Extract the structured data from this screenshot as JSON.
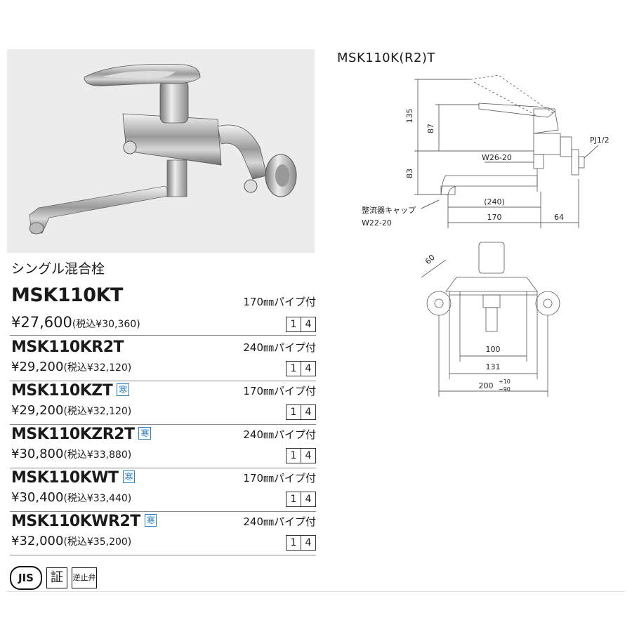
{
  "category": "シングル混合栓",
  "products": [
    {
      "code": "MSK110KT",
      "cold": "",
      "pipe": "170㎜パイプ付",
      "price": "¥27,600",
      "tax": "(税込¥30,360)",
      "box1": "1",
      "box2": "4"
    },
    {
      "code": "MSK110KR2T",
      "cold": "",
      "pipe": "240㎜パイプ付",
      "price": "¥29,200",
      "tax": "(税込¥32,120)",
      "box1": "1",
      "box2": "4"
    },
    {
      "code": "MSK110KZT",
      "cold": "寒",
      "pipe": "170㎜パイプ付",
      "price": "¥29,200",
      "tax": "(税込¥32,120)",
      "box1": "1",
      "box2": "4"
    },
    {
      "code": "MSK110KZR2T",
      "cold": "寒",
      "pipe": "240㎜パイプ付",
      "price": "¥30,800",
      "tax": "(税込¥33,880)",
      "box1": "1",
      "box2": "4"
    },
    {
      "code": "MSK110KWT",
      "cold": "寒",
      "pipe": "170㎜パイプ付",
      "price": "¥30,400",
      "tax": "(税込¥33,440)",
      "box1": "1",
      "box2": "4"
    },
    {
      "code": "MSK110KWR2T",
      "cold": "寒",
      "pipe": "240㎜パイプ付",
      "price": "¥32,000",
      "tax": "(税込¥35,200)",
      "box1": "1",
      "box2": "4"
    }
  ],
  "badges": {
    "jis": "JIS",
    "cert": "証",
    "check": "逆止弁"
  },
  "diagram": {
    "title": "MSK110K(R2)T",
    "dim_135": "135",
    "dim_87": "87",
    "dim_83": "83",
    "w26": "W26-20",
    "pj": "PJ1/2",
    "cap_label": "整流器キャップ",
    "cap_spec": "W22-20",
    "dim_240": "(240)",
    "dim_170": "170",
    "dim_64": "64",
    "dim_60": "60",
    "dim_100": "100",
    "dim_131": "131",
    "dim_200": "200",
    "tol_plus": "+10",
    "tol_minus": "−90"
  }
}
